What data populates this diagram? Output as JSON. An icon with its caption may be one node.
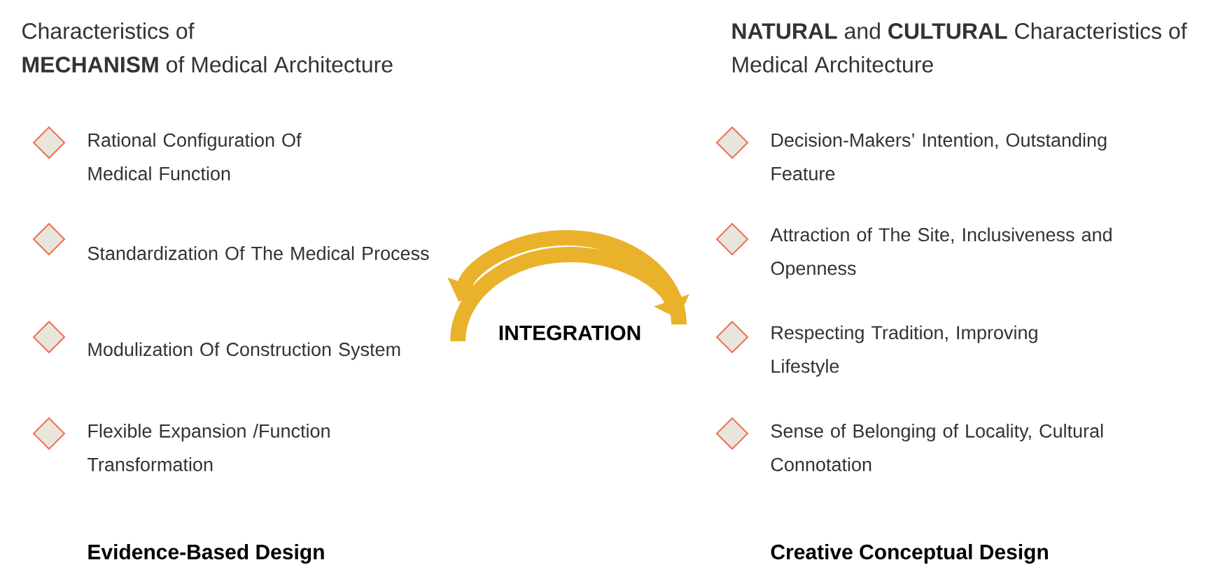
{
  "diagram": {
    "labels": [
      "Characteristics of",
      "**MECHANISM** of Medical Architecture",
      "**NATURAL** and **CULTURAL** Characteristics of",
      "Medical Architecture",
      "Rational Configuration Of Medical Function",
      "Standardization Of The Medical Process",
      "Modulization Of Construction System",
      "Flexible Expansion /Function Transformation",
      "INTEGRATION",
      "Decision-Makers’ Intention, Outstanding Feature",
      "Attraction of The Site, Inclusiveness and Openness",
      "Respecting Tradition, Improving Lifestyle",
      "Sense of Belonging of Locality, Cultural Connotation",
      "Evidence-Based Design",
      "Creative Conceptual Design"
    ]
  }
}
